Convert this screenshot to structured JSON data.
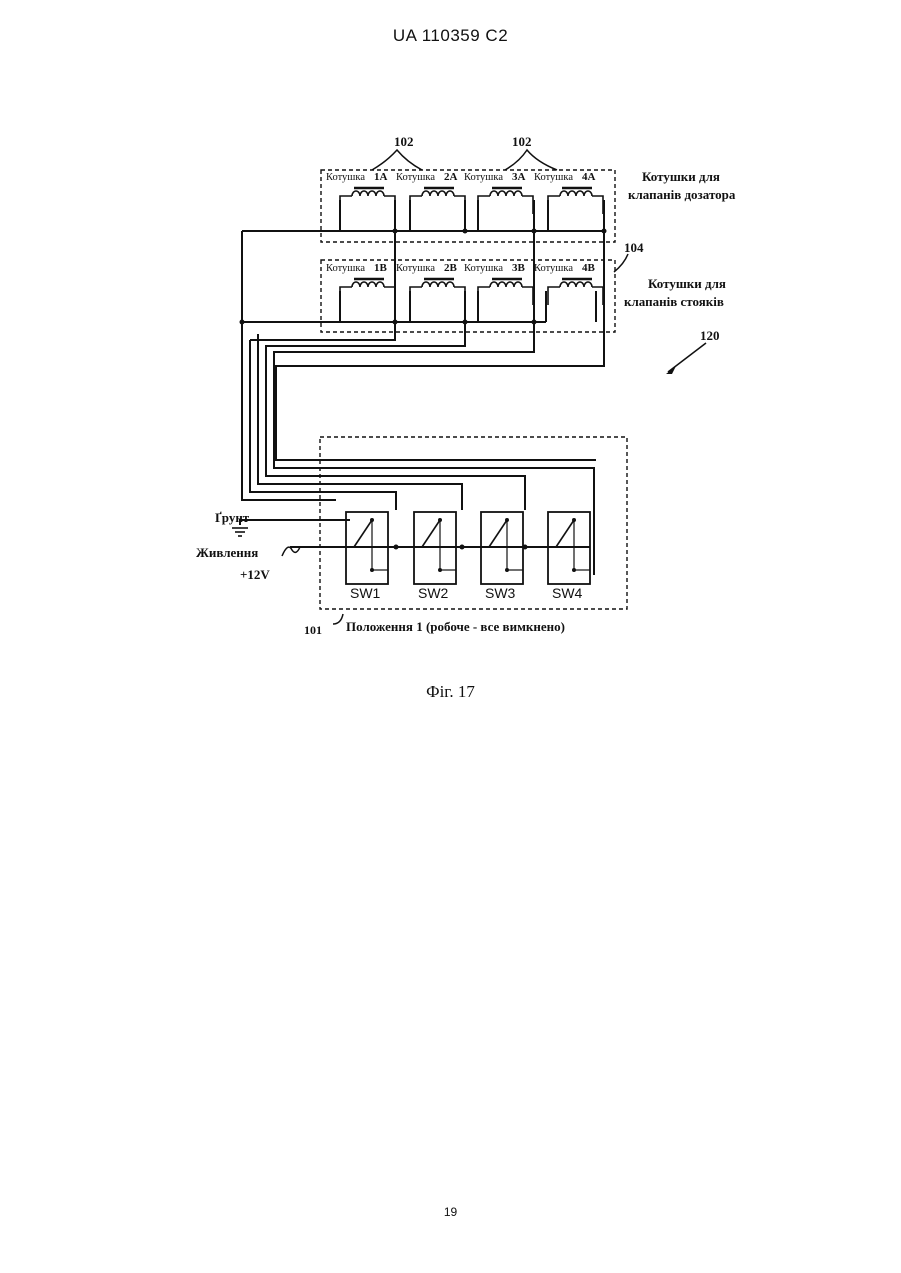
{
  "header": {
    "patent_id": "UA   110359   C2"
  },
  "figure": {
    "labels": {
      "ref_102_left": "102",
      "ref_102_right": "102",
      "ref_104": "104",
      "ref_120": "120",
      "ref_101": "101",
      "dispenser_coils_line1": "Котушки для",
      "dispenser_coils_line2": "клапанів дозатора",
      "riser_coils_line1": "Котушки для",
      "riser_coils_line2": "клапанів стояків",
      "ground": "Ґрунт",
      "power": "Живлення",
      "voltage": "+12V",
      "position_note": "Положення 1 (робоче - все вимкнено)"
    },
    "coils_top": [
      {
        "word": "Котушка",
        "id": "1A"
      },
      {
        "word": "Котушка",
        "id": "2A"
      },
      {
        "word": "Котушка",
        "id": "3A"
      },
      {
        "word": "Котушка",
        "id": "4A"
      }
    ],
    "coils_bottom": [
      {
        "word": "Котушка",
        "id": "1B"
      },
      {
        "word": "Котушка",
        "id": "2B"
      },
      {
        "word": "Котушка",
        "id": "3B"
      },
      {
        "word": "Котушка",
        "id": "4B"
      }
    ],
    "switches": [
      "SW1",
      "SW2",
      "SW3",
      "SW4"
    ]
  },
  "caption": "Фіг. 17",
  "page_number": "19"
}
